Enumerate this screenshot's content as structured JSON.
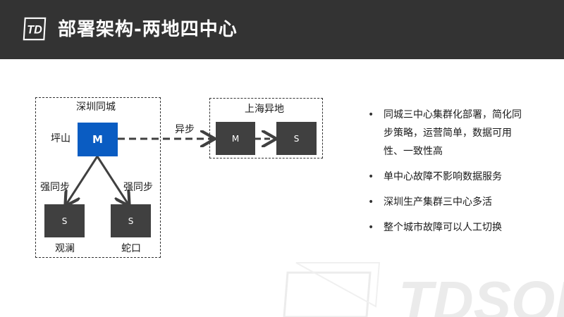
{
  "header": {
    "title": "部署架构-两地四中心",
    "logo_text": "TD",
    "background": "#333333"
  },
  "diagram": {
    "shenzhen": {
      "label": "深圳同城",
      "pingshan": {
        "label": "坪山",
        "node": "M"
      },
      "guanlan": {
        "label": "观澜",
        "node": "S"
      },
      "shekou": {
        "label": "蛇口",
        "node": "S"
      },
      "sync_left": "强同步",
      "sync_right": "强同步"
    },
    "shanghai": {
      "label": "上海异地",
      "master": "M",
      "slave": "S"
    },
    "async_label": "异步",
    "colors": {
      "master": "#0a5cc2",
      "node": "#404040"
    }
  },
  "bullets": [
    "同城三中心集群化部署，简化同步策略，运营简单，数据可用性、一致性高",
    "单中心故障不影响数据服务",
    "深圳生产集群三中心多活",
    "整个城市故障可以人工切换"
  ],
  "watermark": {
    "text": "TDSQL"
  }
}
